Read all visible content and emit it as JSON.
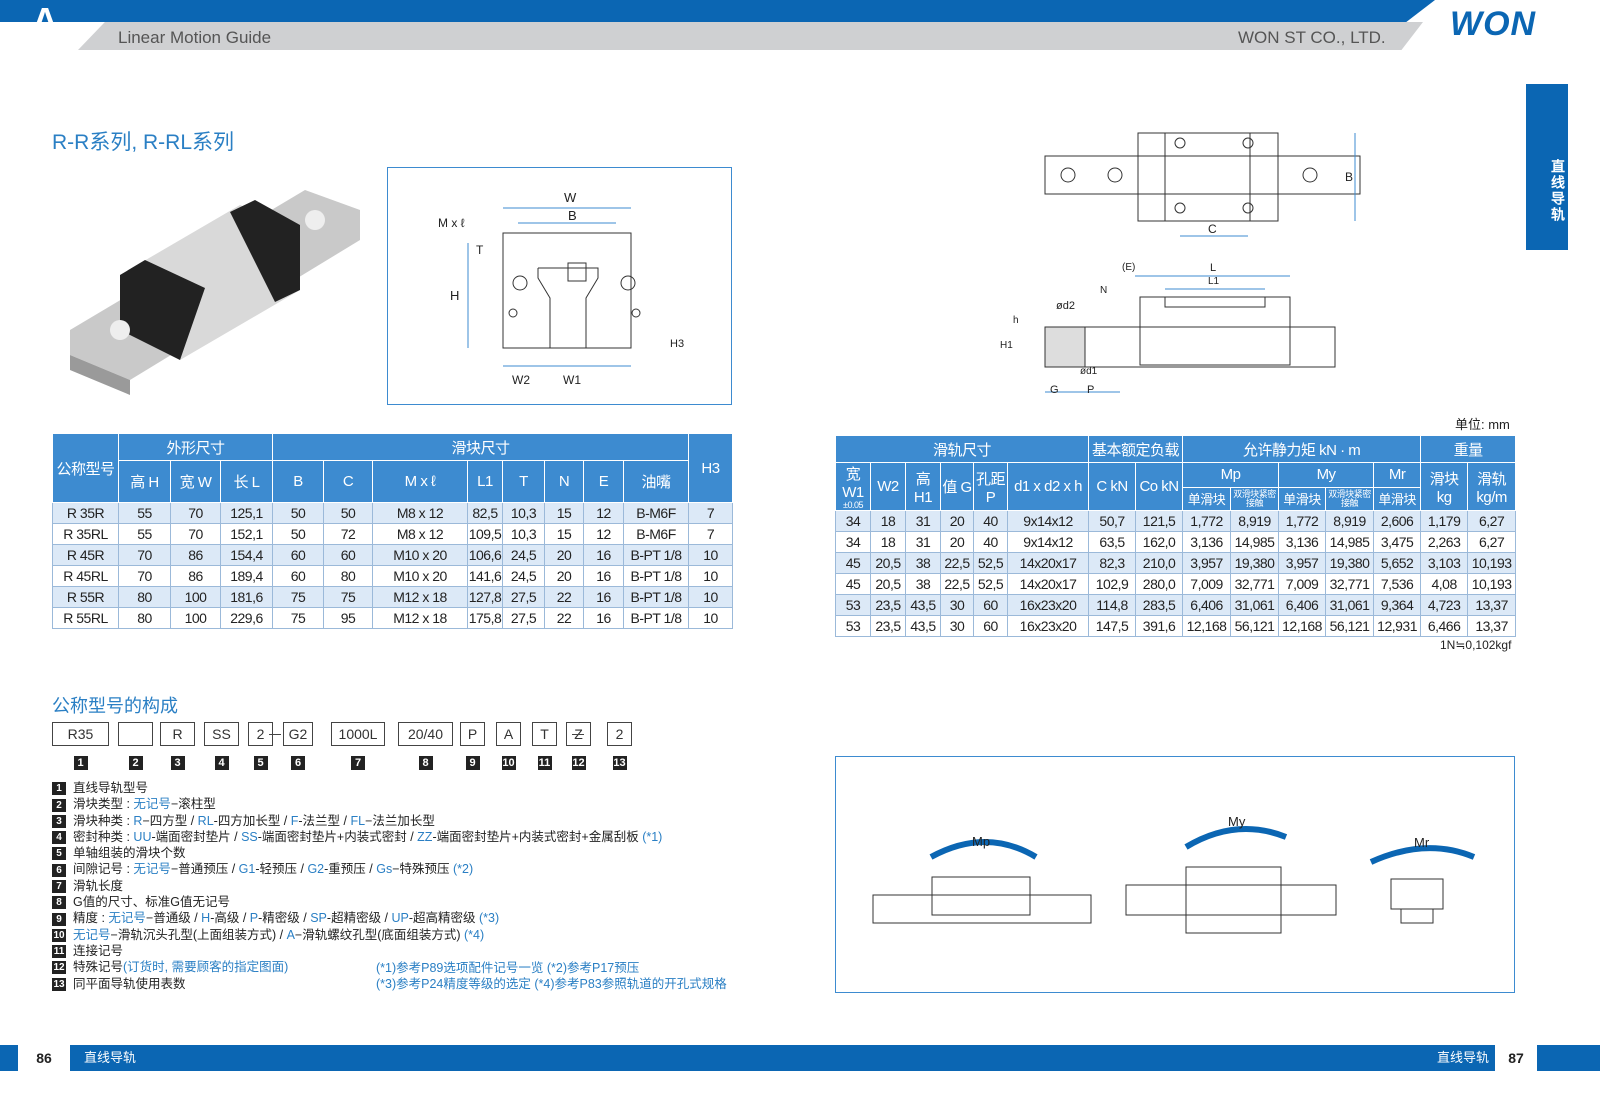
{
  "header": {
    "section_letter": "A",
    "left_title": "Linear Motion Guide",
    "right_title": "WON ST CO., LTD.",
    "logo": "WON"
  },
  "side_tab": "直线导轨",
  "series_title": "R-R系列, R-RL系列",
  "unit": "单位: mm",
  "conversion": "1N≒0,102kgf",
  "front_view_labels": {
    "W": "W",
    "B": "B",
    "Mxl": "M x ℓ",
    "T": "T",
    "H": "H",
    "H3": "H3",
    "W2": "W2",
    "W1": "W1"
  },
  "top_view_labels": {
    "B": "B",
    "C": "C"
  },
  "side_view_labels": {
    "E": "(E)",
    "L": "L",
    "L1": "L1",
    "N": "N",
    "d2": "ød2",
    "h": "h",
    "H1": "H1",
    "d1": "ød1",
    "G": "G",
    "P": "P"
  },
  "left_table": {
    "group_headers": [
      "公称型号",
      "外形尺寸",
      "滑块尺寸",
      "H3"
    ],
    "headers": [
      "高 H",
      "宽 W",
      "长 L",
      "B",
      "C",
      "M x ℓ",
      "L1",
      "T",
      "N",
      "E",
      "油嘴"
    ],
    "rows": [
      [
        "R 35R",
        "55",
        "70",
        "125,1",
        "50",
        "50",
        "M8 x 12",
        "82,5",
        "10,3",
        "15",
        "12",
        "B-M6F",
        "7"
      ],
      [
        "R 35RL",
        "55",
        "70",
        "152,1",
        "50",
        "72",
        "M8 x 12",
        "109,5",
        "10,3",
        "15",
        "12",
        "B-M6F",
        "7"
      ],
      [
        "R 45R",
        "70",
        "86",
        "154,4",
        "60",
        "60",
        "M10 x 20",
        "106,6",
        "24,5",
        "20",
        "16",
        "B-PT 1/8",
        "10"
      ],
      [
        "R 45RL",
        "70",
        "86",
        "189,4",
        "60",
        "80",
        "M10 x 20",
        "141,6",
        "24,5",
        "20",
        "16",
        "B-PT 1/8",
        "10"
      ],
      [
        "R 55R",
        "80",
        "100",
        "181,6",
        "75",
        "75",
        "M12 x 18",
        "127,8",
        "27,5",
        "22",
        "16",
        "B-PT 1/8",
        "10"
      ],
      [
        "R 55RL",
        "80",
        "100",
        "229,6",
        "75",
        "95",
        "M12 x 18",
        "175,8",
        "27,5",
        "22",
        "16",
        "B-PT 1/8",
        "10"
      ]
    ]
  },
  "right_table": {
    "group_headers": [
      "滑轨尺寸",
      "基本额定负载",
      "允许静力矩 kN · m",
      "重量"
    ],
    "headers": [
      "宽 W1",
      "±0.05",
      "W2",
      "高 H1",
      "值 G",
      "孔距 P",
      "d1 x d2 x h",
      "C kN",
      "Co kN",
      "Mp",
      "My",
      "Mr",
      "滑块 kg",
      "滑轨 kg/m"
    ],
    "sub_headers": [
      "单滑块",
      "双滑块紧密接触",
      "单滑块",
      "双滑块紧密接触",
      "单滑块"
    ],
    "rows": [
      [
        "34",
        "18",
        "31",
        "20",
        "40",
        "9x14x12",
        "50,7",
        "121,5",
        "1,772",
        "8,919",
        "1,772",
        "8,919",
        "2,606",
        "1,179",
        "6,27"
      ],
      [
        "34",
        "18",
        "31",
        "20",
        "40",
        "9x14x12",
        "63,5",
        "162,0",
        "3,136",
        "14,985",
        "3,136",
        "14,985",
        "3,475",
        "2,263",
        "6,27"
      ],
      [
        "45",
        "20,5",
        "38",
        "22,5",
        "52,5",
        "14x20x17",
        "82,3",
        "210,0",
        "3,957",
        "19,380",
        "3,957",
        "19,380",
        "5,652",
        "3,103",
        "10,193"
      ],
      [
        "45",
        "20,5",
        "38",
        "22,5",
        "52,5",
        "14x20x17",
        "102,9",
        "280,0",
        "7,009",
        "32,771",
        "7,009",
        "32,771",
        "7,536",
        "4,08",
        "10,193"
      ],
      [
        "53",
        "23,5",
        "43,5",
        "30",
        "60",
        "16x23x20",
        "114,8",
        "283,5",
        "6,406",
        "31,061",
        "6,406",
        "31,061",
        "9,364",
        "4,723",
        "13,37"
      ],
      [
        "53",
        "23,5",
        "43,5",
        "30",
        "60",
        "16x23x20",
        "147,5",
        "391,6",
        "12,168",
        "56,121",
        "12,168",
        "56,121",
        "12,931",
        "6,466",
        "13,37"
      ]
    ]
  },
  "code_title": "公称型号的构成",
  "code_boxes": [
    "R35",
    "",
    "R",
    "SS",
    "2",
    "G2",
    "1000L",
    "20/40",
    "P",
    "A",
    "T",
    "Z",
    "2"
  ],
  "code_numbers": [
    "1",
    "2",
    "3",
    "4",
    "5",
    "6",
    "7",
    "8",
    "9",
    "10",
    "11",
    "12",
    "13"
  ],
  "legend": [
    {
      "n": "1",
      "parts": [
        [
          "直线导轨型号",
          ""
        ]
      ]
    },
    {
      "n": "2",
      "parts": [
        [
          "滑块类型 : ",
          ""
        ],
        [
          "无记号",
          "b"
        ],
        [
          "−滚柱型",
          ""
        ]
      ]
    },
    {
      "n": "3",
      "parts": [
        [
          "滑块种类 : ",
          ""
        ],
        [
          "R",
          "b"
        ],
        [
          "−四方型 / ",
          ""
        ],
        [
          "RL",
          "b"
        ],
        [
          "-四方加长型 / ",
          ""
        ],
        [
          "F",
          "b"
        ],
        [
          "-法兰型 / ",
          ""
        ],
        [
          "FL",
          "b"
        ],
        [
          "−法兰加长型",
          ""
        ]
      ]
    },
    {
      "n": "4",
      "parts": [
        [
          "密封种类 : ",
          ""
        ],
        [
          "UU",
          "b"
        ],
        [
          "-端面密封垫片 / ",
          ""
        ],
        [
          "SS",
          "b"
        ],
        [
          "-端面密封垫片+内装式密封 / ",
          ""
        ],
        [
          "ZZ",
          "b"
        ],
        [
          "-端面密封垫片+内装式密封+金属刮板 ",
          ""
        ],
        [
          "(*1)",
          "b"
        ]
      ]
    },
    {
      "n": "5",
      "parts": [
        [
          "单轴组装的滑块个数",
          ""
        ]
      ]
    },
    {
      "n": "6",
      "parts": [
        [
          "间隙记号 : ",
          ""
        ],
        [
          "无记号",
          "b"
        ],
        [
          "−普通预压 / ",
          ""
        ],
        [
          "G1",
          "b"
        ],
        [
          "-轻预压 / ",
          ""
        ],
        [
          "G2",
          "b"
        ],
        [
          "-重预压 / ",
          ""
        ],
        [
          "Gs",
          "b"
        ],
        [
          "−特殊预压 ",
          ""
        ],
        [
          "(*2)",
          "b"
        ]
      ]
    },
    {
      "n": "7",
      "parts": [
        [
          "滑轨长度",
          ""
        ]
      ]
    },
    {
      "n": "8",
      "parts": [
        [
          "G值的尺寸、标准G值无记号",
          ""
        ]
      ]
    },
    {
      "n": "9",
      "parts": [
        [
          "精度 : ",
          ""
        ],
        [
          "无记号",
          "b"
        ],
        [
          "−普通级 / ",
          ""
        ],
        [
          "H",
          "b"
        ],
        [
          "-高级 / ",
          ""
        ],
        [
          "P",
          "b"
        ],
        [
          "-精密级 / ",
          ""
        ],
        [
          "SP",
          "b"
        ],
        [
          "-超精密级 / ",
          ""
        ],
        [
          "UP",
          "b"
        ],
        [
          "-超高精密级 ",
          ""
        ],
        [
          "(*3)",
          "b"
        ]
      ]
    },
    {
      "n": "10",
      "parts": [
        [
          "无记号",
          "b"
        ],
        [
          "−滑轨沉头孔型(上面组装方式) / ",
          ""
        ],
        [
          "A",
          "b"
        ],
        [
          "−滑轨螺纹孔型(底面组装方式) ",
          ""
        ],
        [
          "(*4)",
          "b"
        ]
      ]
    },
    {
      "n": "11",
      "parts": [
        [
          "连接记号",
          ""
        ]
      ]
    },
    {
      "n": "12",
      "parts": [
        [
          "特殊记号",
          ""
        ],
        [
          "(订货时, 需要顾客的指定图面)",
          "b"
        ]
      ]
    },
    {
      "n": "13",
      "parts": [
        [
          "同平面导轨使用表数",
          ""
        ]
      ]
    }
  ],
  "notes": [
    "(*1)参考P89选项配件记号一览  (*2)参考P17预压",
    "(*3)参考P24精度等级的选定    (*4)参考P83参照轨道的开孔式规格"
  ],
  "moment_labels": [
    "Mp",
    "My",
    "Mr"
  ],
  "footer": {
    "left_page": "86",
    "left_text": "直线导轨",
    "right_text": "直线导轨",
    "right_page": "87"
  },
  "colors": {
    "brand": "#0b66b3",
    "header_cell": "#3d8bd0",
    "alt_row": "#dce9f7"
  }
}
